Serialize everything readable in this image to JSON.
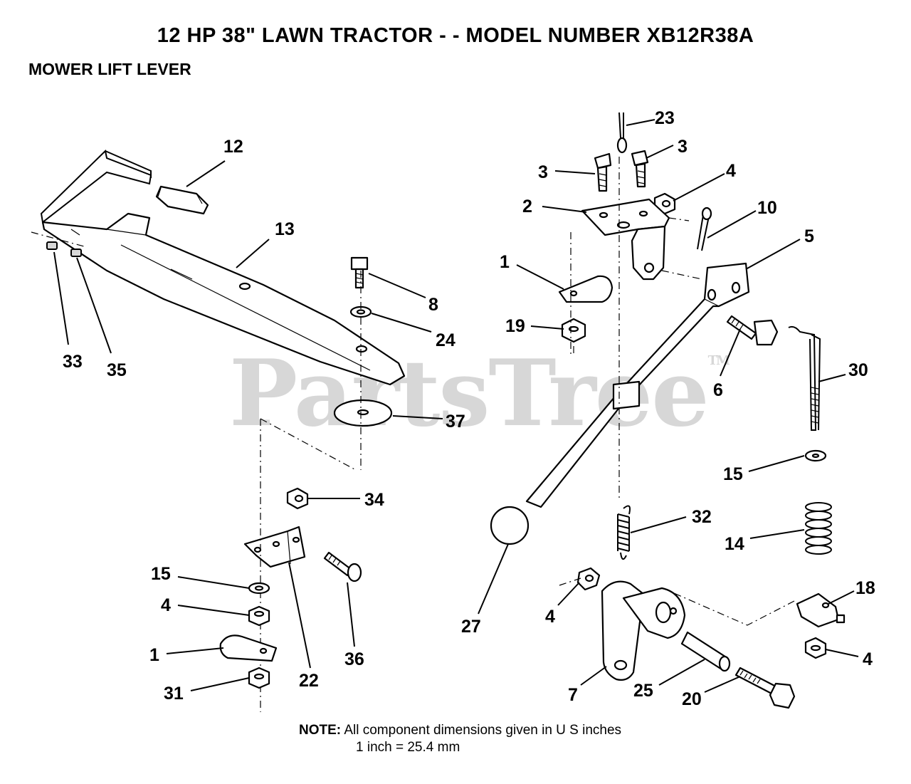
{
  "title": "12 HP 38\" LAWN TRACTOR - - MODEL NUMBER XB12R38A",
  "subtitle": "MOWER LIFT LEVER",
  "note": {
    "label": "NOTE:",
    "line1": "All component dimensions given in U S  inches",
    "line2": "1 inch = 25.4 mm"
  },
  "watermark": "PartsTree",
  "watermark_tm": "TM",
  "callouts": {
    "c12": "12",
    "c13": "13",
    "c33": "33",
    "c35": "35",
    "c8": "8",
    "c24": "24",
    "c37": "37",
    "c34": "34",
    "c15a": "15",
    "c4a": "4",
    "c1a": "1",
    "c31": "31",
    "c22": "22",
    "c36": "36",
    "c23": "23",
    "c3a": "3",
    "c3b": "3",
    "c4b": "4",
    "c2": "2",
    "c10": "10",
    "c5": "5",
    "c1b": "1",
    "c19": "19",
    "c6": "6",
    "c30": "30",
    "c15b": "15",
    "c32": "32",
    "c14": "14",
    "c27": "27",
    "c4c": "4",
    "c18": "18",
    "c7": "7",
    "c25": "25",
    "c20": "20",
    "c4d": "4"
  }
}
